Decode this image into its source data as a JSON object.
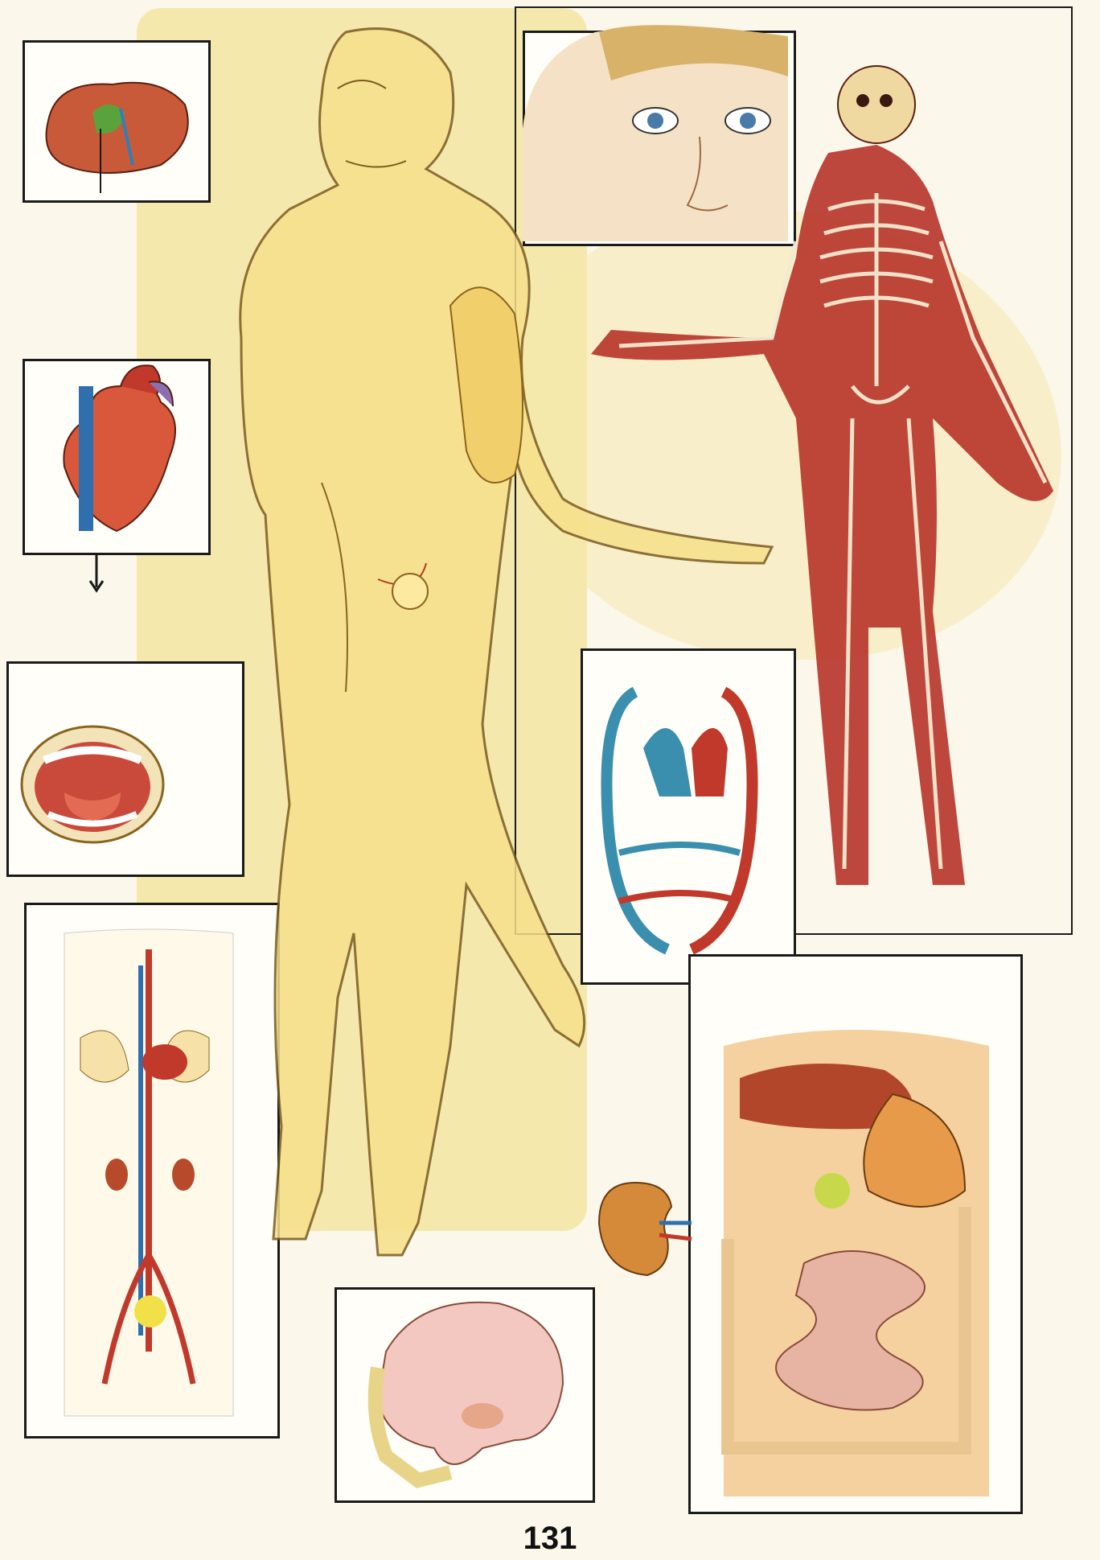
{
  "page": {
    "number": "131"
  },
  "colors": {
    "paper": "#fbf7ea",
    "ink": "#1a1a1a",
    "skin_yellow": "#f3d96a",
    "muscle_red": "#c0392b",
    "bone": "#f4ead0",
    "vein_blue": "#2f7fb6",
    "artery_red": "#d1382a",
    "organ_orange": "#e07a3a",
    "organ_green": "#5fa33a"
  },
  "illustrations": [
    {
      "name": "liver-inset",
      "icon": "liver-icon"
    },
    {
      "name": "heart-inset",
      "icon": "heart-icon"
    },
    {
      "name": "mouth-inset",
      "icon": "mouth-icon"
    },
    {
      "name": "circulation-torso-inset",
      "icon": "circulatory-system-icon"
    },
    {
      "name": "eye-face-inset",
      "icon": "face-icon"
    },
    {
      "name": "skeleton-figure",
      "icon": "skeleton-icon"
    },
    {
      "name": "blood-circulation-diagram",
      "icon": "blood-circulation-icon"
    },
    {
      "name": "kidney-illustration",
      "icon": "kidney-icon"
    },
    {
      "name": "digestive-system-inset",
      "icon": "digestive-system-icon"
    },
    {
      "name": "brain-skull-inset",
      "icon": "brain-icon"
    },
    {
      "name": "main-human-figure",
      "icon": "human-body-icon"
    }
  ]
}
